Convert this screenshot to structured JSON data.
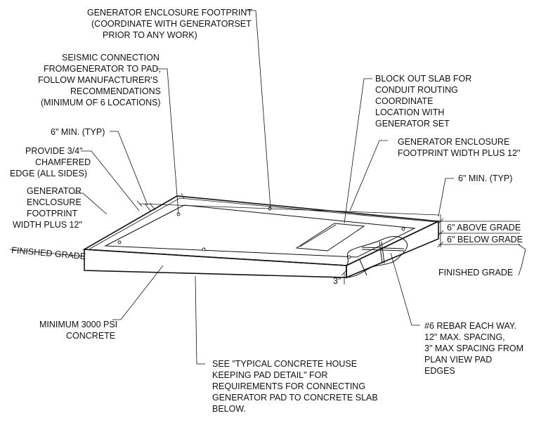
{
  "labels": {
    "footprint": [
      "GENERATOR ENCLOSURE FOOTPRINT",
      "(COORDINATE WITH GENERATORSET",
      "PRIOR TO ANY WORK)"
    ],
    "seismic": [
      "SEISMIC CONNECTION",
      "FROMGENERATOR TO PAD,",
      "FOLLOW MANUFACTURER'S",
      "RECOMMENDATIONS",
      "(MINIMUM OF 6 LOCATIONS)"
    ],
    "block_out": [
      "BLOCK OUT SLAB FOR",
      "CONDUIT ROUTING",
      "COORDINATE",
      "LOCATION WITH",
      "GENERATOR SET"
    ],
    "six_min_left": "6\" MIN. (TYP)",
    "chamfer": [
      "PROVIDE 3/4\"",
      "CHAMFERED",
      "EDGE (ALL SIDES)"
    ],
    "width_left": [
      "GENERATOR",
      "ENCLOSURE",
      "FOOTPRINT",
      "WIDTH PLUS 12\""
    ],
    "width_right": [
      "GENERATOR ENCLOSURE",
      "FOOTPRINT WIDTH PLUS 12\""
    ],
    "six_min_right": "6\" MIN. (TYP)",
    "above_grade": "6\" ABOVE GRADE",
    "below_grade": "6\" BELOW GRADE",
    "finished_grade_left": "FINISHED GRADE",
    "finished_grade_right": "FINISHED GRADE",
    "three_inch": "3\"",
    "concrete": [
      "MINIMUM 3000 PSI",
      "CONCRETE"
    ],
    "rebar": [
      "#6 REBAR EACH WAY.",
      "12\" MAX. SPACING,",
      "3\" MAX SPACING FROM",
      "PLAN VIEW PAD",
      "EDGES"
    ],
    "see_detail": [
      "SEE \"TYPICAL CONCRETE HOUSE",
      "KEEPING PAD DETAIL\" FOR",
      "REQUIREMENTS FOR CONNECTING",
      "GENERATOR PAD TO CONCRETE SLAB",
      "BELOW."
    ]
  }
}
